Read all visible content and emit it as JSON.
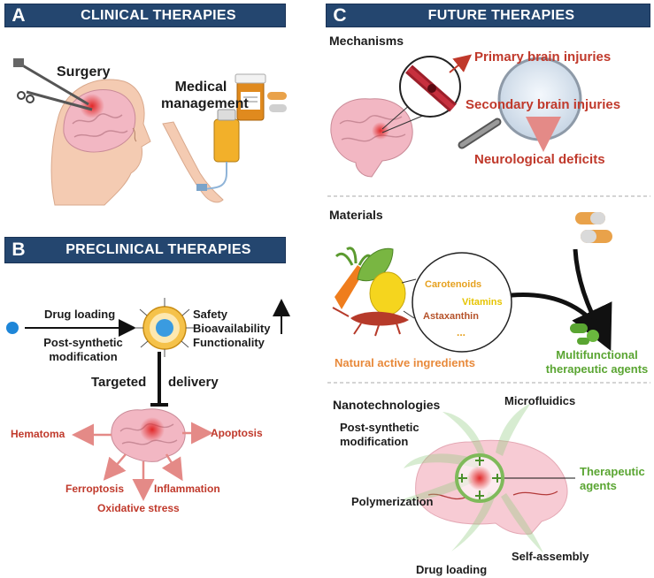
{
  "panelA": {
    "letter": "A",
    "title": "CLINICAL THERAPIES",
    "surgery": "Surgery",
    "medical_line1": "Medical",
    "medical_line2": "management"
  },
  "panelB": {
    "letter": "B",
    "title": "PRECLINICAL THERAPIES",
    "drug_loading": "Drug loading",
    "post_synthetic_line1": "Post-synthetic",
    "post_synthetic_line2": "modification",
    "safety": "Safety",
    "bioavailability": "Bioavailability",
    "functionality": "Functionality",
    "targeted": "Targeted",
    "delivery": "delivery",
    "hematoma": "Hematoma",
    "apoptosis": "Apoptosis",
    "ferroptosis": "Ferroptosis",
    "inflammation": "Inflammation",
    "oxidative_stress": "Oxidative stress"
  },
  "panelC": {
    "letter": "C",
    "title": "FUTURE THERAPIES",
    "mechanisms": {
      "heading": "Mechanisms",
      "primary": "Primary brain injuries",
      "secondary": "Secondary brain injuries",
      "deficits": "Neurological deficits"
    },
    "materials": {
      "heading": "Materials",
      "carotenoids": "Carotenoids",
      "vitamins": "Vitamins",
      "astaxanthin": "Astaxanthin",
      "ellipsis": "...",
      "natural": "Natural active ingredients",
      "multi_line1": "Multifunctional",
      "multi_line2": "therapeutic agents"
    },
    "nano": {
      "heading": "Nanotechnologies",
      "microfluidics": "Microfluidics",
      "post_line1": "Post-synthetic",
      "post_line2": "modification",
      "therapeutic_line1": "Therapeutic",
      "therapeutic_line2": "agents",
      "polymerization": "Polymerization",
      "self_assembly": "Self-assembly",
      "drug_loading": "Drug loading"
    }
  },
  "colors": {
    "banner": "#24466f",
    "injury_red": "#c0392b",
    "natural_orange": "#e8893a",
    "agent_green": "#5aa532",
    "carotenoid_orange": "#e6a11f",
    "vitamin_yellow": "#e6c400",
    "astaxanthin_brown": "#b5522a"
  }
}
